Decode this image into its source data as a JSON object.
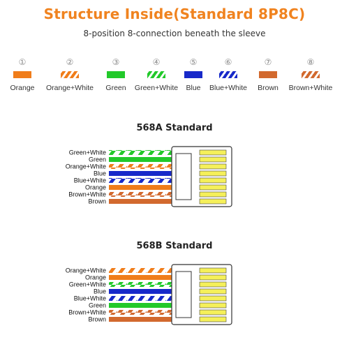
{
  "title": "Structure Inside(Standard 8P8C)",
  "subtitle": "8-position 8-connection beneath the sleeve",
  "colors": {
    "orange": "#f07d1a",
    "green": "#22c92a",
    "blue": "#1729c9",
    "brown": "#d2692e",
    "white": "#ffffff",
    "pin": "#f5f05a",
    "title": "#f0831f"
  },
  "legend": [
    {
      "num": "①",
      "label": "Orange",
      "color": "orange",
      "striped": false
    },
    {
      "num": "②",
      "label": "Orange+White",
      "color": "orange",
      "striped": true
    },
    {
      "num": "③",
      "label": "Green",
      "color": "green",
      "striped": false
    },
    {
      "num": "④",
      "label": "Green+White",
      "color": "green",
      "striped": true
    },
    {
      "num": "⑤",
      "label": "Blue",
      "color": "blue",
      "striped": false
    },
    {
      "num": "⑥",
      "label": "Blue+White",
      "color": "blue",
      "striped": true
    },
    {
      "num": "⑦",
      "label": "Brown",
      "color": "brown",
      "striped": false
    },
    {
      "num": "⑧",
      "label": "Brown+White",
      "color": "brown",
      "striped": true
    }
  ],
  "standards": [
    {
      "title": "568A Standard",
      "wires": [
        {
          "label": "Green+White",
          "color": "green",
          "striped": true
        },
        {
          "label": "Green",
          "color": "green",
          "striped": false
        },
        {
          "label": "Orange+White",
          "color": "orange",
          "striped": true
        },
        {
          "label": "Blue",
          "color": "blue",
          "striped": false
        },
        {
          "label": "Blue+White",
          "color": "blue",
          "striped": true
        },
        {
          "label": "Orange",
          "color": "orange",
          "striped": false
        },
        {
          "label": "Brown+White",
          "color": "brown",
          "striped": true
        },
        {
          "label": "Brown",
          "color": "brown",
          "striped": false
        }
      ]
    },
    {
      "title": "568B Standard",
      "wires": [
        {
          "label": "Orange+White",
          "color": "orange",
          "striped": true
        },
        {
          "label": "Orange",
          "color": "orange",
          "striped": false
        },
        {
          "label": "Green+White",
          "color": "green",
          "striped": true
        },
        {
          "label": "Blue",
          "color": "blue",
          "striped": false
        },
        {
          "label": "Blue+White",
          "color": "blue",
          "striped": true
        },
        {
          "label": "Green",
          "color": "green",
          "striped": false
        },
        {
          "label": "Brown+White",
          "color": "brown",
          "striped": true
        },
        {
          "label": "Brown",
          "color": "brown",
          "striped": false
        }
      ]
    }
  ]
}
